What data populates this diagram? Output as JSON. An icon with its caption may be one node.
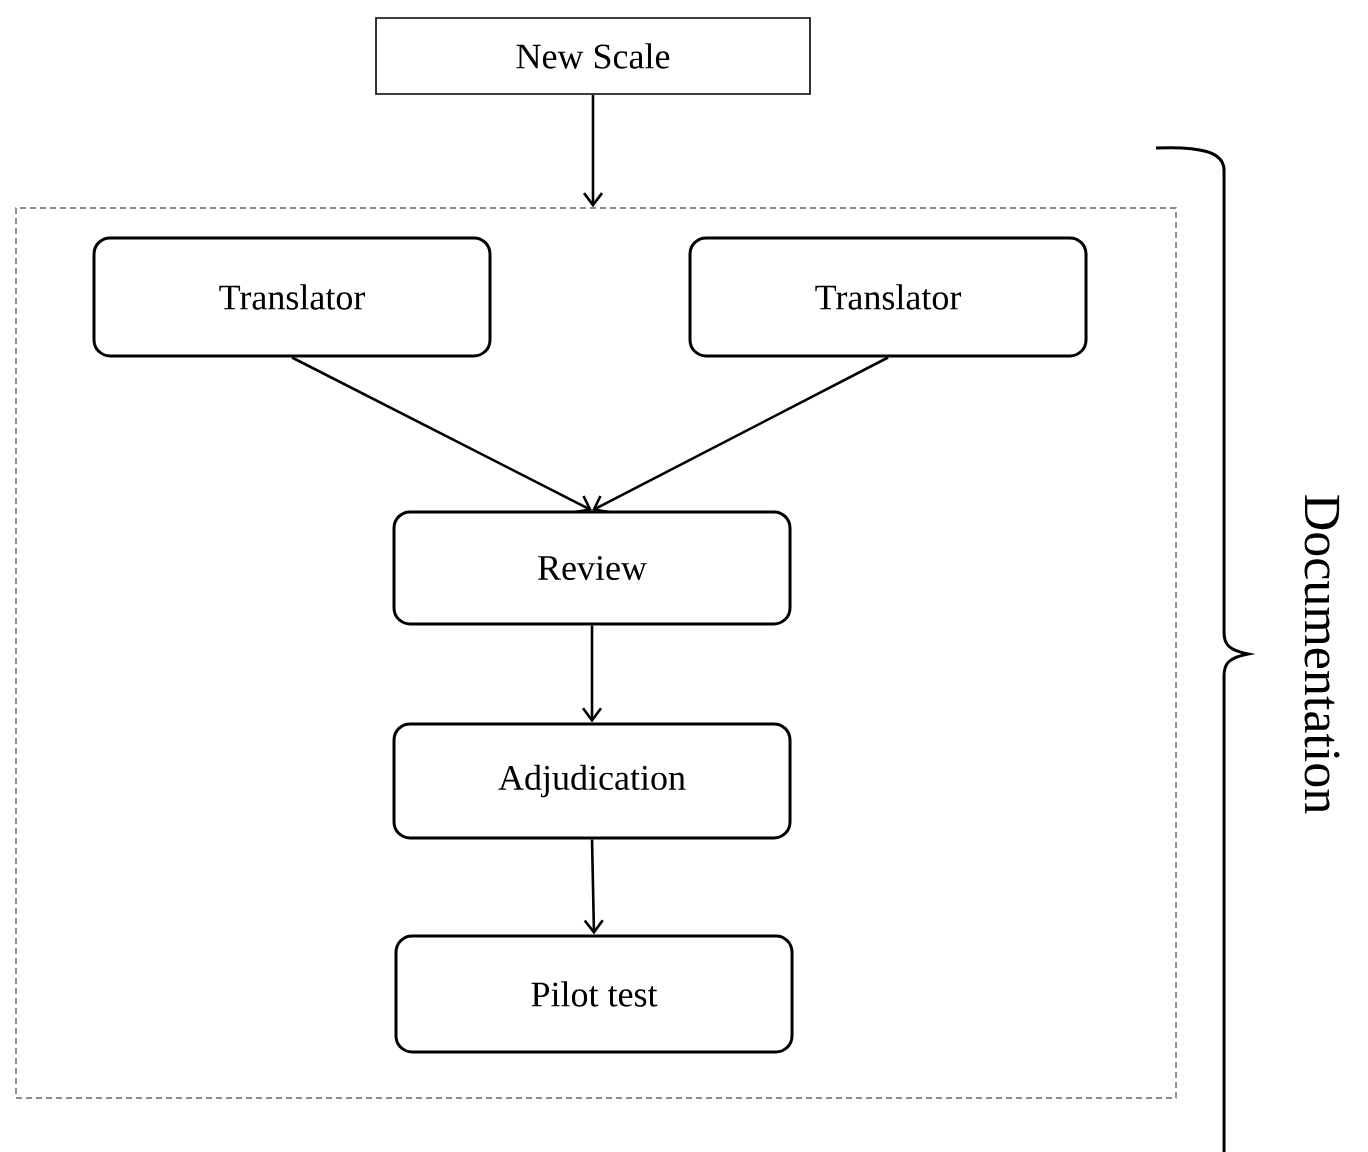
{
  "diagram": {
    "nodes": [
      {
        "text": [
          "New Scale"
        ]
      },
      {
        "text": [],
        "shape": "box"
      },
      {
        "text": [
          "Translator"
        ],
        "in": 1
      },
      {
        "text": [
          "Translator"
        ],
        "in": 1
      },
      {
        "text": [
          "Review"
        ],
        "in": 1
      },
      {
        "text": [
          "Adjudication"
        ],
        "in": 1
      },
      {
        "text": [
          "Pilot test"
        ],
        "in": 1
      }
    ],
    "edges": [
      {
        "from": 0,
        "to": 1,
        "arrow": "to"
      },
      {
        "from": 2,
        "to": 4,
        "arrow": "to"
      },
      {
        "from": 3,
        "to": 4,
        "arrow": "to"
      },
      {
        "from": 4,
        "to": 5,
        "arrow": "to"
      },
      {
        "from": 5,
        "to": 6,
        "arrow": "to"
      }
    ],
    "labels": [
      "Documentation"
    ]
  }
}
